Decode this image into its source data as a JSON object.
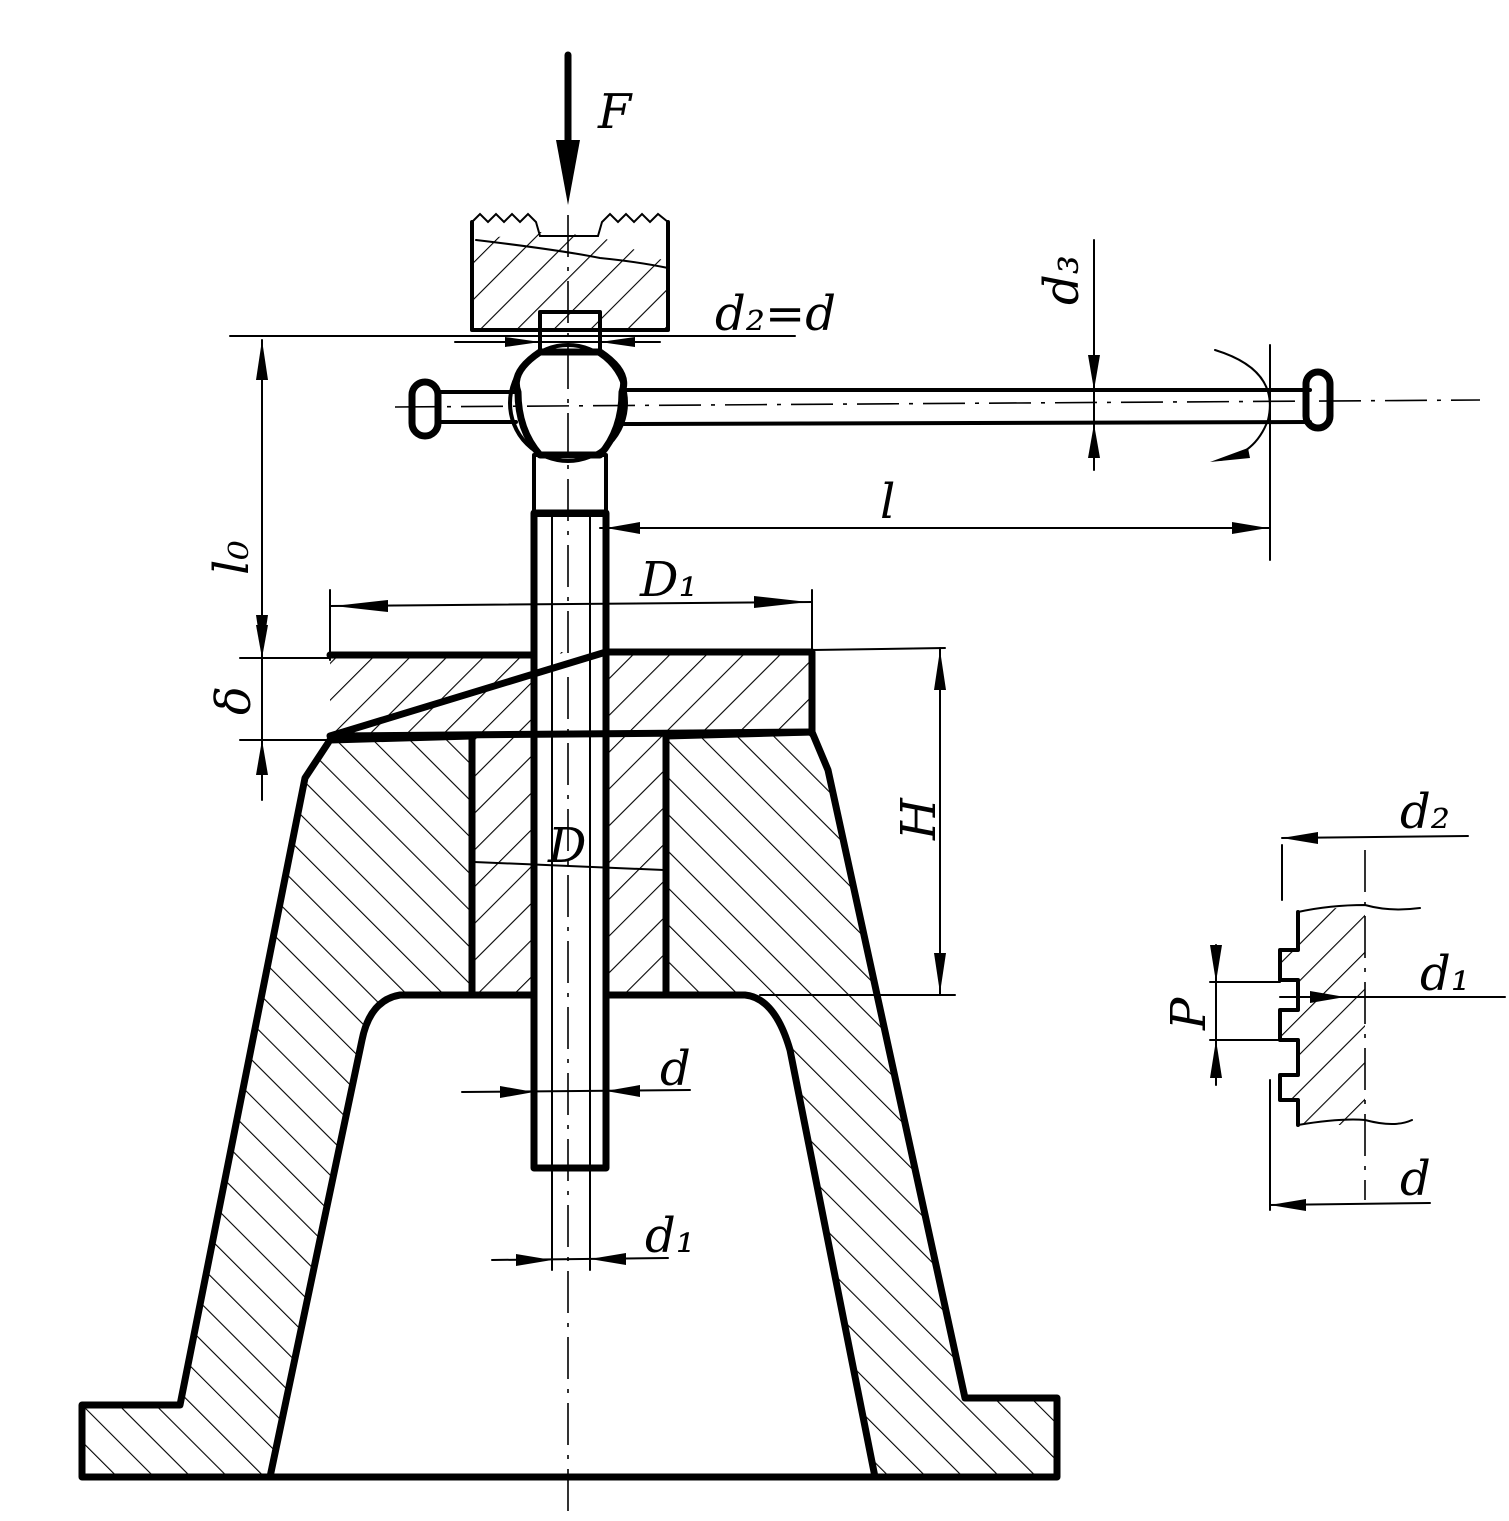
{
  "labels": {
    "force": "F",
    "head_diameter": "d₂=d",
    "handle_diameter": "d₃",
    "screw_length": "l₀",
    "handle_length": "l",
    "collar_diameter": "D₁",
    "collar_thickness": "δ",
    "nut_height": "H",
    "nut_diameter": "D",
    "screw_diameter": "d",
    "root_diameter": "d₁",
    "detail_pitch": "P",
    "detail_d2": "d₂",
    "detail_d1": "d₁",
    "detail_d": "d"
  }
}
